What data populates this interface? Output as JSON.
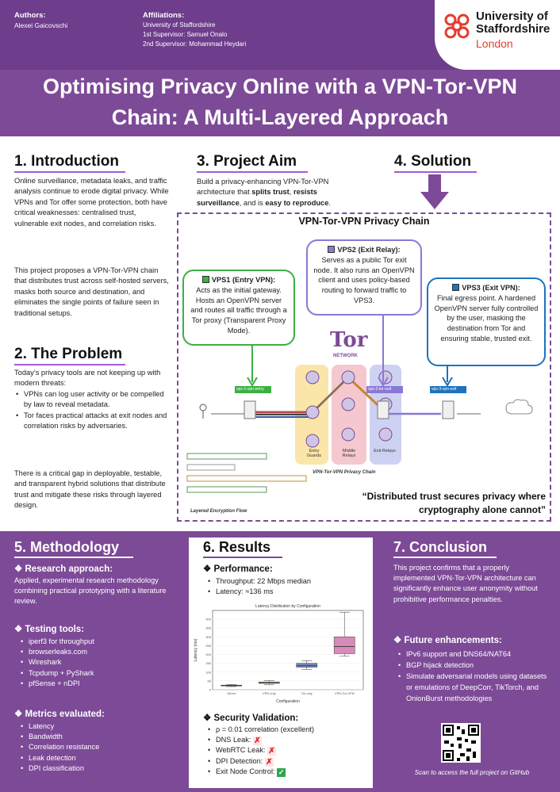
{
  "header": {
    "authors_heading": "Authors:",
    "authors_name": "Alexei Gaicovschi",
    "affiliations_heading": "Affiliations:",
    "affiliation_1": "University of Staffordshire",
    "affiliation_2": "1st Supervisor: Samuel Onalo",
    "affiliation_3": "2nd Supervisor: Mohammad Heydari",
    "logo_line1": "University of",
    "logo_line2": "Staffordshire",
    "logo_line3": "London",
    "title_line1": "Optimising Privacy Online with a VPN-Tor-VPN",
    "title_line2": "Chain: A Multi-Layered Approach"
  },
  "intro": {
    "heading": "1. Introduction",
    "p1": "Online surveillance, metadata leaks, and traffic analysis continue to erode digital privacy. While VPNs and Tor offer some protection, both have critical weaknesses: centralised trust, vulnerable exit nodes, and correlation risks.",
    "p2": "This project proposes a VPN-Tor-VPN chain that distributes trust across self-hosted servers, masks both source and destination, and eliminates the single points of failure seen in traditional setups."
  },
  "problem": {
    "heading": "2. The Problem",
    "p1": "Today’s privacy tools are not keeping up with modern threats:",
    "bullets": [
      "VPNs can log user activity or be compelled by law to reveal metadata.",
      "Tor faces practical attacks at exit nodes and correlation risks by adversaries."
    ],
    "p2": "There is a critical gap in deployable, testable, and transparent hybrid solutions that distribute trust and mitigate these risks through layered design."
  },
  "aim": {
    "heading": "3. Project Aim",
    "t1": "Build a privacy-enhancing VPN-Tor-VPN architecture that ",
    "b1": "splits trust",
    "t2": ", ",
    "b2": "resists surveillance",
    "t3": ", and is ",
    "b3": "easy to reproduce",
    "t4": "."
  },
  "solution": {
    "heading": "4. Solution",
    "chain_title": "VPN-Tor-VPN Privacy Chain",
    "vps1_title": "VPS1 (Entry VPN):",
    "vps1_text": "Acts as the initial gateway. Hosts an OpenVPN server and routes all traffic through a Tor proxy (Transparent Proxy Mode).",
    "vps2_title": "VPS2 (Exit Relay):",
    "vps2_text": "Serves as a public Tor exit node. It also runs an OpenVPN client and uses policy-based routing to forward traffic to VPS3.",
    "vps3_title": "VPS3 (Exit VPN):",
    "vps3_text": "Final egress point. A hardened OpenVPN server fully controlled by the user, masking the destination from Tor and ensuring stable, trusted exit.",
    "tor_logo": "Tor",
    "tor_network": "NETWORK",
    "diagram_caption": "VPN-Tor-VPN Privacy Chain",
    "enc_caption": "Layered Encryption Flow",
    "entry_guards": "Entry Guards",
    "middle_relays": "Middle Relays",
    "exit_relays": "Exit Relays",
    "vps1_tag": "vps-1-vpn-entry",
    "vps2_tag": "vps-2-tor-exit",
    "vps3_tag": "vps-3-vpn-exit",
    "quote_line1": "“Distributed trust secures privacy where",
    "quote_line2": "cryptography alone cannot”",
    "colors": {
      "vps1": "#3cb043",
      "vps2": "#8a78d6",
      "vps3": "#1e73be"
    }
  },
  "methodology": {
    "heading": "5. Methodology",
    "research_heading": "❖ Research approach:",
    "research_text": "Applied, experimental research methodology combining practical prototyping with a literature review.",
    "tools_heading": "❖ Testing tools:",
    "tools": [
      "iperf3 for throughput",
      "browserleaks.com",
      "Wireshark",
      "Tcpdump + PyShark",
      "pfSense + nDPI"
    ],
    "metrics_heading": "❖ Metrics evaluated:",
    "metrics": [
      "Latency",
      "Bandwidth",
      "Correlation resistance",
      "Leak detection",
      "DPI classification"
    ]
  },
  "results": {
    "heading": "6. Results",
    "perf_heading": "❖ Performance:",
    "perf": [
      "Throughput: 22 Mbps median",
      "Latency: ≈136 ms"
    ],
    "chart_title": "Latency Distribution by Configuration",
    "chart_xlabel": "Configuration",
    "chart_ylabel": "Latency (ms)",
    "sec_heading": "❖ Security Validation:",
    "sec": [
      {
        "label": "ρ = 0.01 correlation (excellent)",
        "mark": ""
      },
      {
        "label": "DNS Leak:",
        "mark": "✗"
      },
      {
        "label": "WebRTC Leak:",
        "mark": "✗"
      },
      {
        "label": "DPI Detection:",
        "mark": "✗"
      },
      {
        "label": "Exit Node Control:",
        "mark": "✓"
      }
    ]
  },
  "conclusion": {
    "heading": "7. Conclusion",
    "text": "This project confirms that a properly implemented VPN-Tor-VPN architecture can significantly enhance user anonymity without prohibitive performance penalties.",
    "future_heading": "❖ Future enhancements:",
    "future": [
      "IPv6 support and DNS64/NAT64",
      "BGP hijack detection",
      "Simulate adversarial models using datasets or emulations of DeepCorr, TikTorch, and OnionBurst methodologies"
    ],
    "scan_text": "Scan to access the full project on GitHub"
  },
  "chart_data": {
    "type": "box",
    "title": "Latency Distribution by Configuration",
    "xlabel": "Configuration",
    "ylabel": "Latency (ms)",
    "categories": [
      "Direct",
      "VPN only",
      "Tor only",
      "VPN-Tor-VPN"
    ],
    "boxes": [
      {
        "min": 18,
        "q1": 22,
        "median": 24,
        "q3": 26,
        "max": 30,
        "color": "#9aa3ad"
      },
      {
        "min": 28,
        "q1": 36,
        "median": 40,
        "q3": 44,
        "max": 52,
        "color": "#c9a87a"
      },
      {
        "min": 115,
        "q1": 128,
        "median": 136,
        "q3": 150,
        "max": 165,
        "color": "#6f86b8"
      },
      {
        "min": 190,
        "q1": 205,
        "median": 245,
        "q3": 300,
        "max": 440,
        "color": "#d88bb8"
      }
    ],
    "ylim": [
      0,
      450
    ]
  }
}
